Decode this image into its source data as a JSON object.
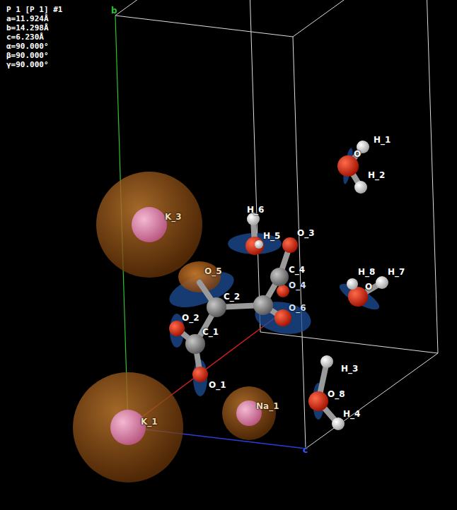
{
  "diagram": {
    "labels": [
      "P 1 [P 1] #1",
      "a=11.924Å",
      "b=14.298Å",
      "c=6.230Å",
      "α=90.000°",
      "β=90.000°",
      "γ=90.000°",
      "b",
      "H_1",
      "O",
      "H_2",
      "K_3",
      "H_6",
      "H_5",
      "O_3",
      "C_4",
      "O_4",
      "H_8",
      "H_7",
      "O",
      "O_5",
      "C_2",
      "O_6",
      "O_2",
      "C_1",
      "O_1",
      "H_3",
      "O_8",
      "Na_1",
      "H_4",
      "K_1",
      "c"
    ]
  }
}
